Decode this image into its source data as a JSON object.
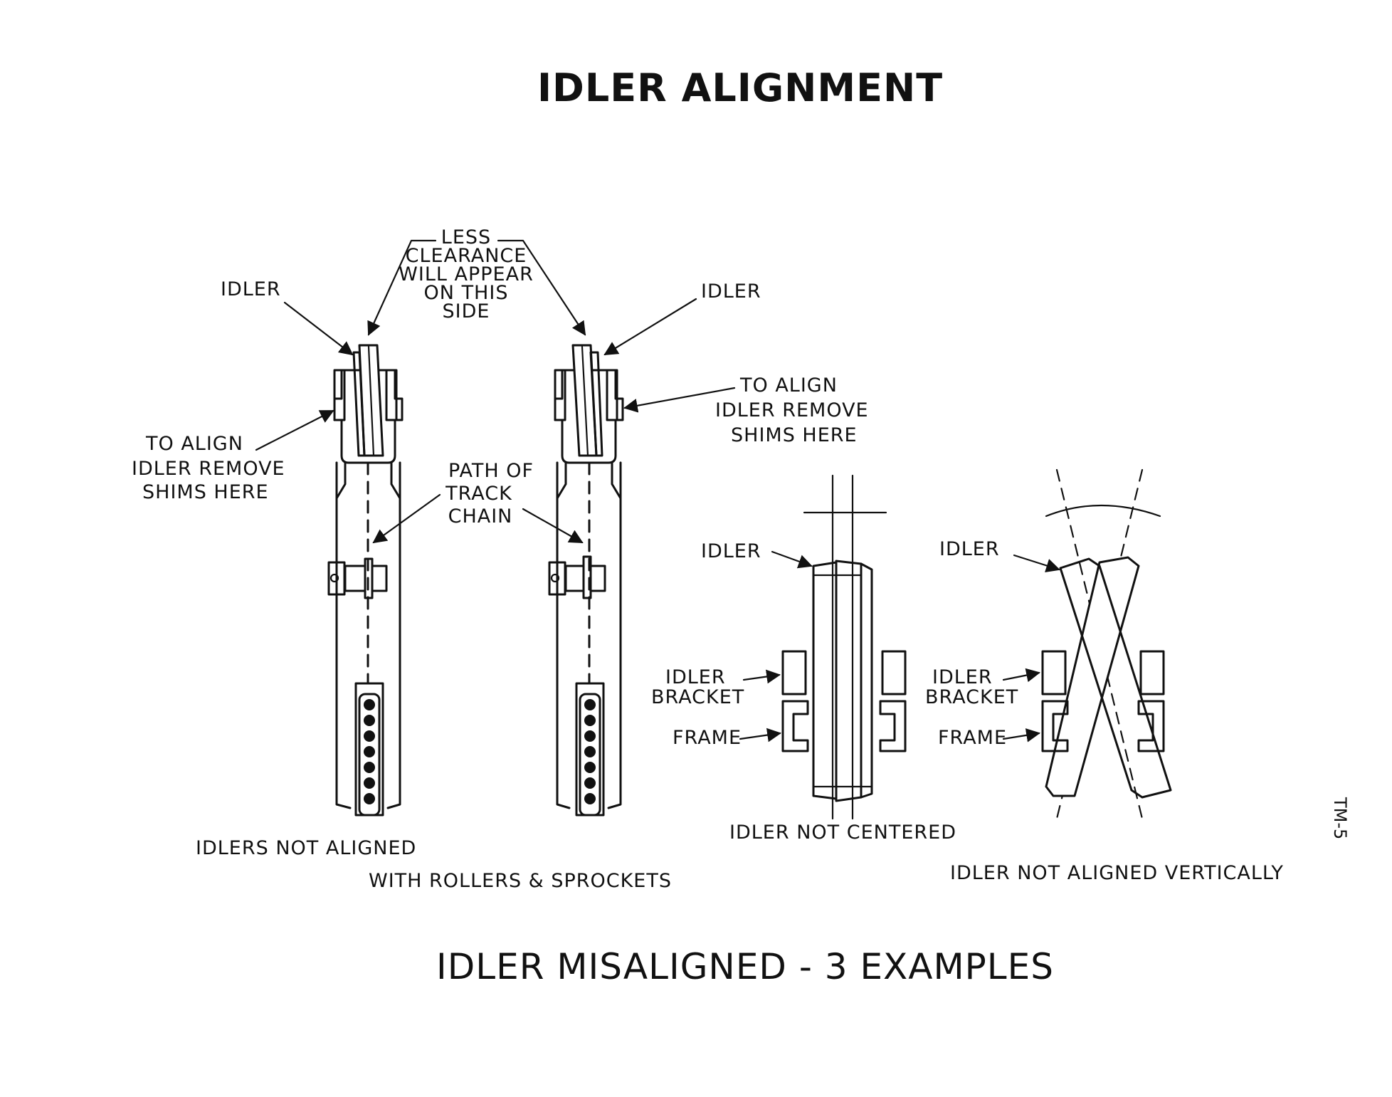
{
  "title": "IDLER ALIGNMENT",
  "caption": "IDLER MISALIGNED - 3 EXAMPLES",
  "doc_code": "TM-5",
  "labels": {
    "idler": "IDLER",
    "idler_bracket_line1": "IDLER",
    "idler_bracket_line2": "BRACKET",
    "frame": "FRAME",
    "less_clearance": [
      "LESS",
      "CLEARANCE",
      "WILL APPEAR",
      "ON THIS",
      "SIDE"
    ],
    "to_align": [
      "TO ALIGN",
      "IDLER REMOVE",
      "SHIMS HERE"
    ],
    "path_of_track_chain": [
      "PATH OF",
      "TRACK",
      "CHAIN"
    ]
  },
  "examples": [
    {
      "caption_line1": "IDLERS NOT ALIGNED",
      "caption_line2": "WITH ROLLERS & SPROCKETS"
    },
    {
      "caption": "IDLER NOT CENTERED"
    },
    {
      "caption": "IDLER NOT ALIGNED VERTICALLY"
    }
  ],
  "colors": {
    "ink": "#111111",
    "paper": "#ffffff"
  }
}
